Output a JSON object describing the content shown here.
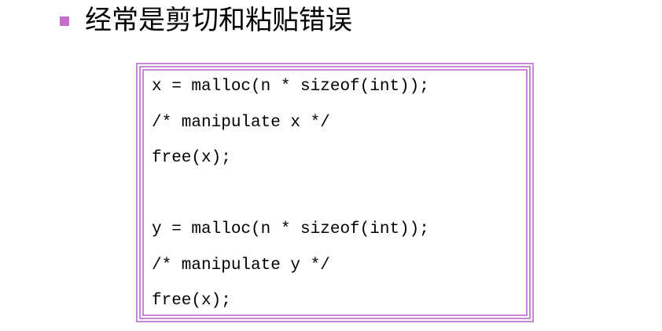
{
  "header": {
    "title": "经常是剪切和粘贴错误",
    "bullet_color": "#c46fc9",
    "bullet_icon": "square-bullet-icon"
  },
  "code_block": {
    "border_color": "#c888d8",
    "lines": [
      "x = malloc(n * sizeof(int));",
      "/* manipulate x */",
      "free(x);",
      "",
      "y = malloc(n * sizeof(int));",
      "/* manipulate y */",
      "free(x);"
    ]
  }
}
